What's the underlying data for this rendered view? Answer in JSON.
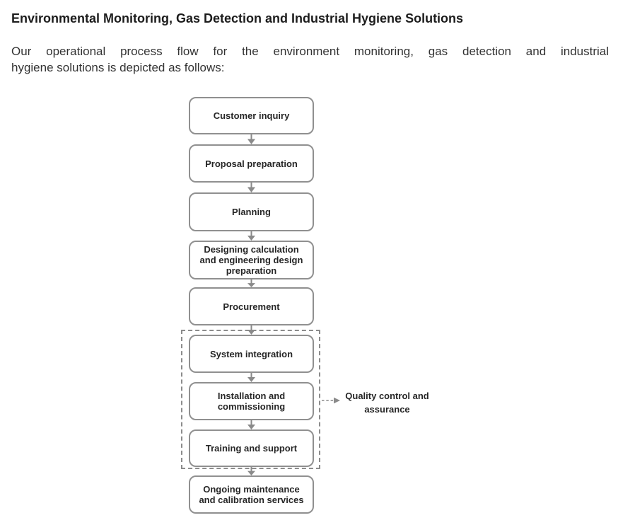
{
  "heading": {
    "title": "Environmental Monitoring, Gas Detection and Industrial Hygiene Solutions"
  },
  "intro": {
    "line1": "Our operational process flow for the environment monitoring, gas detection and industrial",
    "line2": "hygiene solutions is depicted as follows:",
    "full_text": "Our operational process flow for the environment monitoring, gas detection and industrial hygiene solutions is depicted as follows:"
  },
  "flowchart": {
    "steps": [
      {
        "label": "Customer inquiry"
      },
      {
        "label": "Proposal preparation"
      },
      {
        "label": "Planning"
      },
      {
        "label": "Designing calculation and engineering design preparation"
      },
      {
        "label": "Procurement"
      },
      {
        "label": "System integration"
      },
      {
        "label": "Installation and commissioning"
      },
      {
        "label": "Training and support"
      },
      {
        "label": "Ongoing maintenance and calibration services"
      }
    ],
    "quality_group_steps": [
      "System integration",
      "Installation and commissioning",
      "Training and support"
    ],
    "side_annotation": {
      "label": "Quality control and assurance"
    },
    "colors": {
      "box_border": "#909090",
      "dashed_border": "#8c8c8c",
      "arrow": "#8a8a8a",
      "box_text": "#262626",
      "heading_text": "#1c1c1c",
      "body_text": "#333333",
      "background": "#ffffff"
    }
  }
}
